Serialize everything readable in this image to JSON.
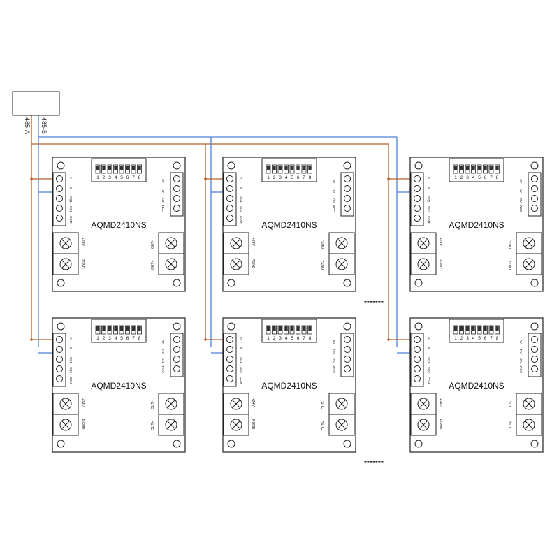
{
  "master": {
    "line_a_label": "485-A",
    "line_b_label": "485-B"
  },
  "wire_colors": {
    "line_a": "#b4622b",
    "line_b": "#4f7fd6",
    "outline": "#222222"
  },
  "board": {
    "model": "AQMD2410NS",
    "dip_numbers": [
      "1",
      "2",
      "3",
      "4",
      "5",
      "6",
      "7",
      "8"
    ],
    "left_terminal_labels": [
      "A",
      "B",
      "SQ1",
      "SQ2",
      "COM"
    ],
    "right_terminal_labels": [
      "AV",
      "AI1",
      "AI2",
      "COM"
    ],
    "power_labels": [
      "+24V",
      "PGND"
    ],
    "motor_labels": [
      "OUT-",
      "OUT+"
    ]
  },
  "continuation_marker": "-------"
}
